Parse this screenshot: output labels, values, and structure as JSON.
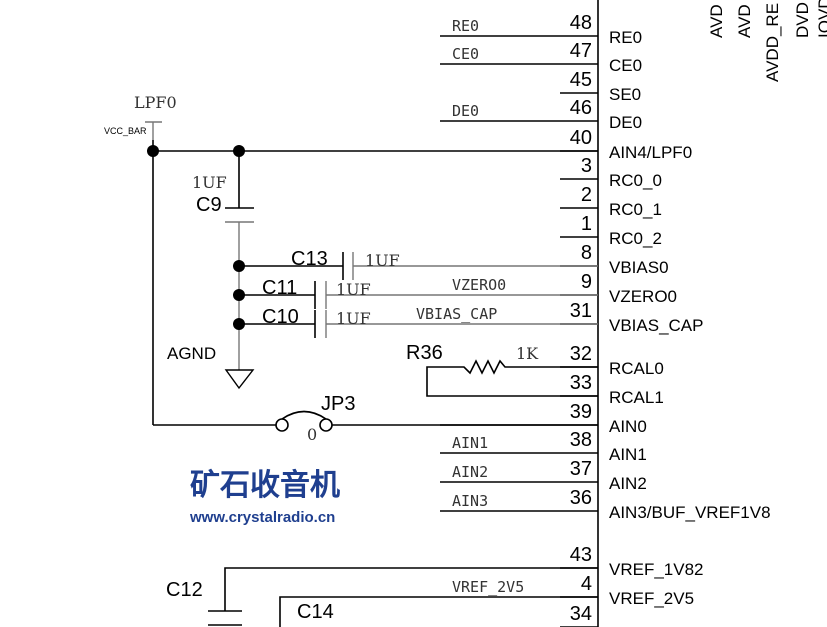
{
  "pins": [
    {
      "num": "48",
      "name": "RE0",
      "net": "RE0"
    },
    {
      "num": "47",
      "name": "CE0",
      "net": "CE0"
    },
    {
      "num": "45",
      "name": "SE0",
      "net": ""
    },
    {
      "num": "46",
      "name": "DE0",
      "net": "DE0"
    },
    {
      "num": "40",
      "name": "AIN4/LPF0",
      "net": ""
    },
    {
      "num": "3",
      "name": "RC0_0",
      "net": ""
    },
    {
      "num": "2",
      "name": "RC0_1",
      "net": ""
    },
    {
      "num": "1",
      "name": "RC0_2",
      "net": ""
    },
    {
      "num": "8",
      "name": "VBIAS0",
      "net": ""
    },
    {
      "num": "9",
      "name": "VZERO0",
      "net": "VZERO0"
    },
    {
      "num": "31",
      "name": "VBIAS_CAP",
      "net": "VBIAS_CAP"
    },
    {
      "num": "32",
      "name": "RCAL0",
      "net": ""
    },
    {
      "num": "33",
      "name": "RCAL1",
      "net": ""
    },
    {
      "num": "39",
      "name": "AIN0",
      "net": ""
    },
    {
      "num": "38",
      "name": "AIN1",
      "net": "AIN1"
    },
    {
      "num": "37",
      "name": "AIN2",
      "net": "AIN2"
    },
    {
      "num": "36",
      "name": "AIN3/BUF_VREF1V8",
      "net": "AIN3"
    },
    {
      "num": "43",
      "name": "VREF_1V82",
      "net": ""
    },
    {
      "num": "4",
      "name": "VREF_2V5",
      "net": "VREF_2V5"
    },
    {
      "num": "34",
      "name": "",
      "net": ""
    }
  ],
  "top_pins": [
    "AVD",
    "AVD",
    "AVDD_RE",
    "DVD",
    "IOVD"
  ],
  "components": {
    "lpf0": "LPF0",
    "vcc_bar": "VCC_BAR",
    "c9": "C9",
    "c9_val": "1UF",
    "c13": "C13",
    "c13_val": "1UF",
    "c11": "C11",
    "c11_val": "1UF",
    "c10": "C10",
    "c10_val": "1UF",
    "agnd": "AGND",
    "r36": "R36",
    "r36_val": "1K",
    "jp3": "JP3",
    "jp3_val": "0",
    "c12": "C12",
    "c14": "C14"
  },
  "watermark": {
    "title": "矿石收音机",
    "url": "www.crystalradio.cn"
  }
}
